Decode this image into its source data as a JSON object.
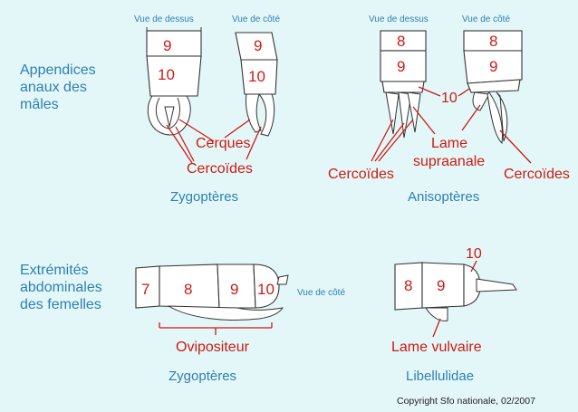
{
  "colors": {
    "background": "#e3f7f8",
    "heading": "#2e7fb3",
    "label": "#cc1b14"
  },
  "top": {
    "heading": [
      "Appendices",
      "anaux des",
      "mâles"
    ],
    "zygo": {
      "view_top": "Vue de dessus",
      "view_side": "Vue de côté",
      "seg9": "9",
      "seg10": "10",
      "label_cerques": "Cerques",
      "label_cercoides": "Cercoïdes",
      "caption": "Zygoptères"
    },
    "aniso": {
      "view_top": "Vue de dessus",
      "view_side": "Vue de côté",
      "seg8": "8",
      "seg9": "9",
      "seg10": "10",
      "label_lame_1": "Lame",
      "label_lame_2": "supraanale",
      "label_cercoides_left": "Cercoïdes",
      "label_cercoides_right": "Cercoïdes",
      "caption": "Anisoptères"
    }
  },
  "bottom": {
    "heading": [
      "Extrémités",
      "abdominales",
      "des femelles"
    ],
    "view_side": "Vue de côté",
    "zygo": {
      "seg7": "7",
      "seg8": "8",
      "seg9": "9",
      "seg10": "10",
      "label_ovipositeur": "Ovipositeur",
      "caption": "Zygoptères"
    },
    "libellulidae": {
      "seg8": "8",
      "seg9": "9",
      "seg10": "10",
      "label_lame": "Lame vulvaire",
      "caption": "Libellulidae"
    }
  },
  "copyright": "Copyright Sfo nationale, 02/2007"
}
